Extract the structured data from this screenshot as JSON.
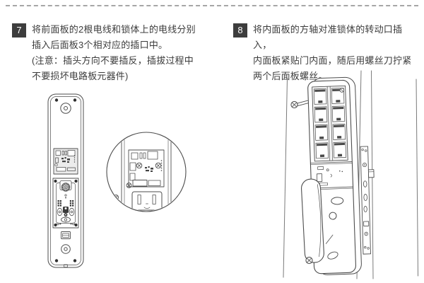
{
  "page": {
    "kind": "instruction-manual-page",
    "top_border": {
      "style": "dashed",
      "color": "#a6a6a6"
    }
  },
  "colors": {
    "step_badge_bg": "#3d3d3d",
    "step_badge_text": "#ffffff",
    "body_text": "#3c3c3c",
    "line_art": "#4d4d4d"
  },
  "steps": [
    {
      "number": "7",
      "lines": [
        "将前面板的2根电线和锁体上的电线分别",
        "插入后面板3个相对应的插口中。",
        "(注意：插头方向不要插反，插拔过程中",
        "不要损坏电路板元器件)"
      ]
    },
    {
      "number": "8",
      "lines": [
        "将内面板的方轴对准锁体的转动口插入，",
        "内面板紧贴门内面，随后用螺丝刀拧紧",
        "两个后面板螺丝。"
      ]
    }
  ],
  "figures": {
    "step7": {
      "name": "rear-panel-with-detail-magnifier",
      "elements": [
        "rear-panel",
        "peephole",
        "circuit-board",
        "clutch-mechanism",
        "detail-magnifier-circle",
        "wire-connectors"
      ]
    },
    "step8": {
      "name": "inner-panel-door-installation",
      "elements": [
        "door-edge-lines",
        "mounting-screw-top",
        "inner-panel",
        "battery-compartment",
        "handle",
        "mounting-screw-bottom",
        "mortise-faceplate",
        "latch-bolt"
      ]
    }
  }
}
